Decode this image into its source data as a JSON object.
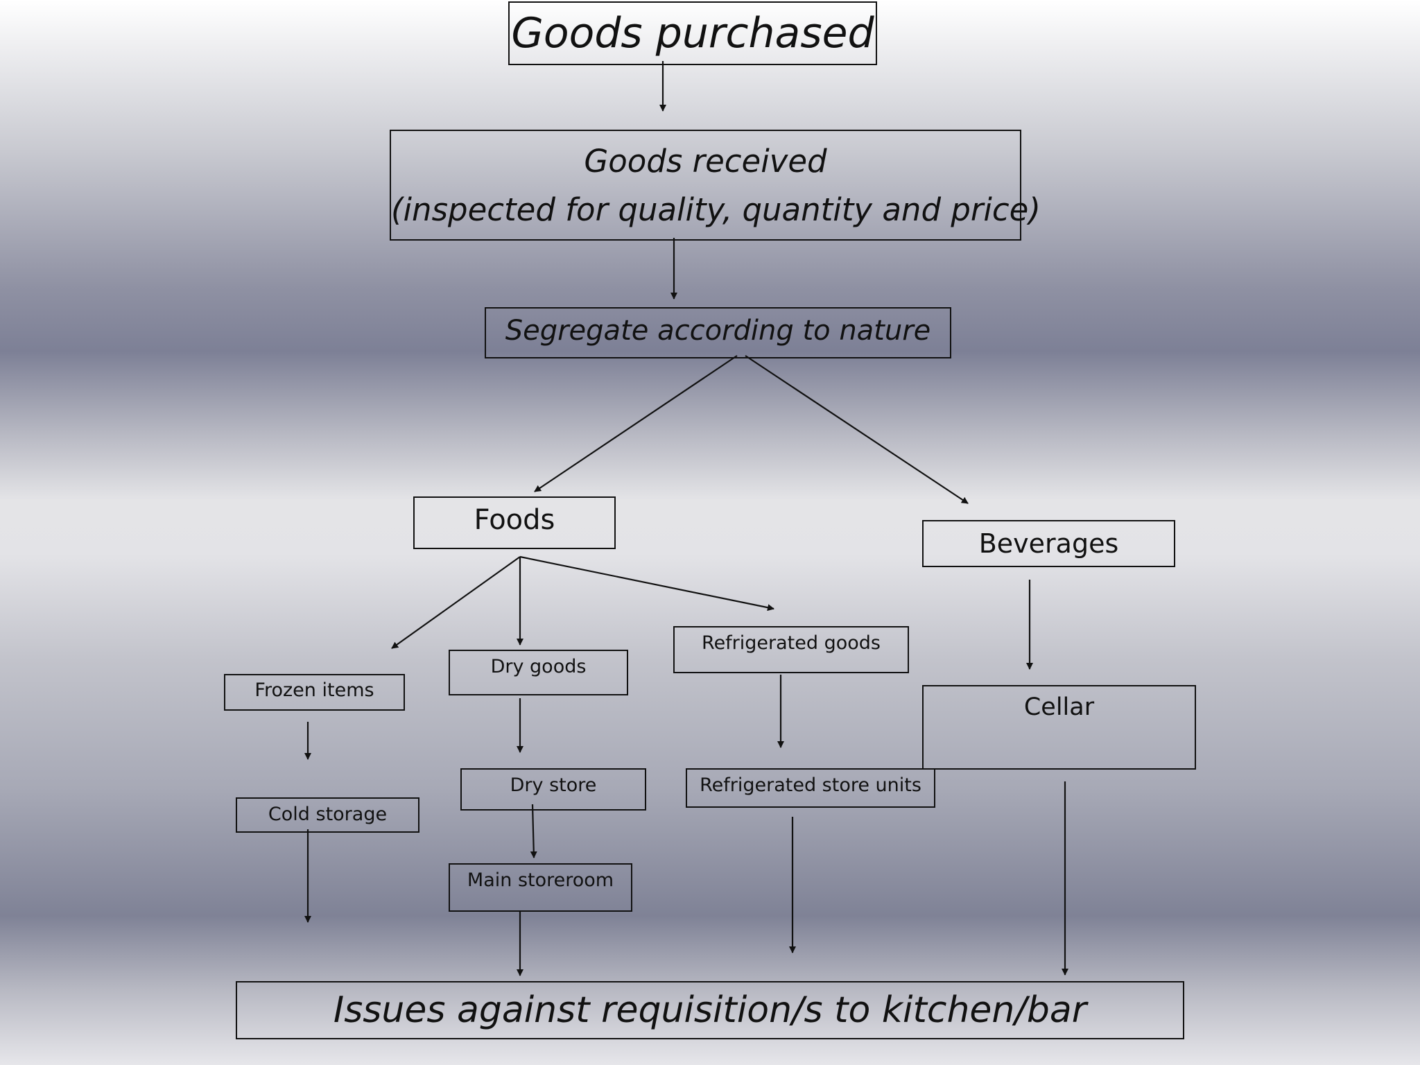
{
  "diagram": {
    "top": "Goods purchased",
    "received_line1": "Goods received",
    "received_line2": "(inspected for quality, quantity and price)",
    "segregate": "Segregate according to nature",
    "foods": "Foods",
    "beverages": "Beverages",
    "frozen_items": "Frozen items",
    "dry_goods": "Dry goods",
    "refrigerated_goods": "Refrigerated goods",
    "cellar": "Cellar",
    "cold_storage": "Cold storage",
    "dry_store": "Dry store",
    "refrigerated_store_units": "Refrigerated store units",
    "main_storeroom": "Main storeroom",
    "issues": "Issues against requisition/s to kitchen/bar"
  }
}
